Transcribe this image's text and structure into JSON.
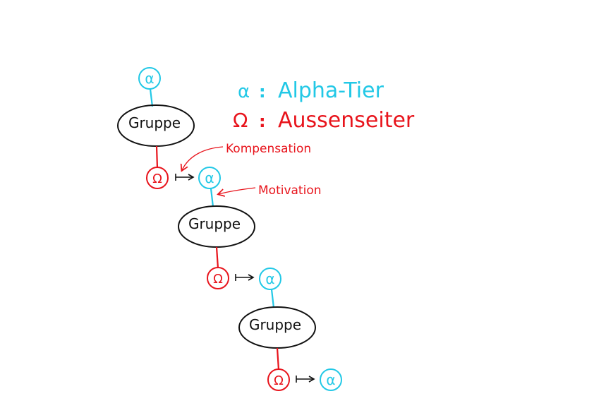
{
  "legend": {
    "alpha_symbol": "α",
    "alpha_separator": ":",
    "alpha_label": "Alpha-Tier",
    "omega_symbol": "Ω",
    "omega_separator": ":",
    "omega_label": "Aussenseiter"
  },
  "nodes": {
    "group_label": "Gruppe",
    "alpha_symbol": "α",
    "omega_symbol": "Ω"
  },
  "annotations": {
    "compensation": "Kompensation",
    "motivation": "Motivation"
  },
  "colors": {
    "alpha": "#22c8e6",
    "omega": "#e8141c",
    "ink": "#111111",
    "background": "#ffffff"
  }
}
